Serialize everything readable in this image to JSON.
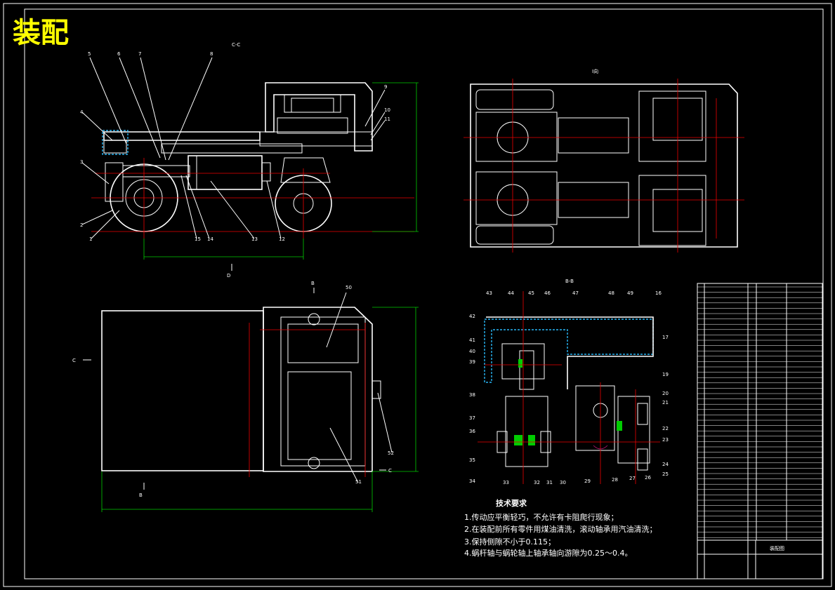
{
  "title": "装配",
  "section_labels": {
    "cc": "C-C",
    "bb": "B-B",
    "i_view": "I向",
    "b": "B",
    "c": "C",
    "d": "D"
  },
  "balloons_top": [
    "5",
    "6",
    "7",
    "8",
    "4",
    "3",
    "2",
    "1",
    "15",
    "14",
    "13",
    "12",
    "9",
    "10",
    "11"
  ],
  "balloons_bb": [
    "43",
    "44",
    "45",
    "46",
    "47",
    "48",
    "49",
    "16",
    "42",
    "41",
    "40",
    "39",
    "38",
    "37",
    "36",
    "35",
    "34",
    "33",
    "32",
    "31",
    "30",
    "29",
    "28",
    "27",
    "26",
    "25",
    "24",
    "23",
    "22",
    "21",
    "20",
    "19",
    "17"
  ],
  "balloons_plan": [
    "50",
    "51",
    "52"
  ],
  "tech_requirements": {
    "heading": "技术要求",
    "items": [
      "1.传动应平衡轻巧，不允许有卡阻爬行现象；",
      "2.在装配前所有零件用煤油清洗，滚动轴承用汽油清洗；",
      "3.保持侧隙不小于0.115；",
      "4.蜗杆轴与蜗轮轴上轴承轴向游隙为0.25～0.4。"
    ]
  },
  "title_block": {
    "label": "装配图"
  },
  "colors": {
    "background": "#000000",
    "lines": "#ffffff",
    "centerlines": "#e00000",
    "dimensions": "#00cc00",
    "hatch": "#29b6f6",
    "title": "#ffff00"
  }
}
